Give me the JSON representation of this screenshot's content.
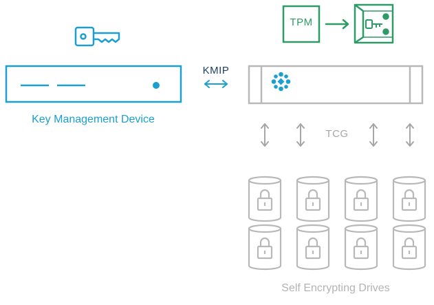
{
  "labels": {
    "key_management_device": "Key Management Device",
    "kmip": "KMIP",
    "tcg": "TCG",
    "tpm": "TPM",
    "self_encrypting_drives": "Self Encrypting Drives"
  },
  "drives": {
    "rows": 2,
    "columns": 4
  },
  "icons": {
    "key": "key-icon",
    "vault": "vault-icon",
    "lock": "padlock-icon",
    "node_logo": "snowflake-logo-icon"
  },
  "colors": {
    "blue_accent": "#1a9fd0",
    "navy_text": "#1c3f66",
    "green": "#2e9a66",
    "gray_line": "#b8b8b8",
    "gray_text": "#a6a6a6"
  }
}
